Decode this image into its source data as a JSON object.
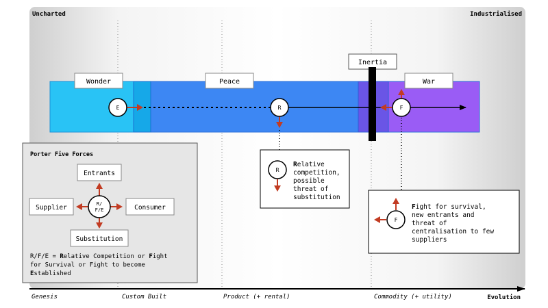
{
  "colors": {
    "wonder": "#29c3f5",
    "wonder_overlap": "#16a8e8",
    "peace": "#3d87f3",
    "war": "#9a5cf5",
    "war_overlap": "#6a55e6",
    "arrow_red": "#c23b22",
    "background_grey": "#dcdcdc",
    "panel_grey": "#e6e6e6"
  },
  "corners": {
    "top_left": "Uncharted",
    "top_right": "Industrialised"
  },
  "evolution_axis": {
    "stages": [
      "Genesis",
      "Custom Built",
      "Product (+ rental)",
      "Commodity (+ utility)"
    ],
    "label": "Evolution"
  },
  "states": {
    "wonder": "Wonder",
    "peace": "Peace",
    "war": "War",
    "inertia": "Inertia"
  },
  "nodes": {
    "e": "E",
    "r": "R",
    "f": "F"
  },
  "r_callout": {
    "marker": "R",
    "lines": [
      {
        "bold": "R",
        "rest": "elative"
      },
      {
        "bold": "",
        "rest": "competition,"
      },
      {
        "bold": "",
        "rest": "possible"
      },
      {
        "bold": "",
        "rest": "threat of"
      },
      {
        "bold": "",
        "rest": "substitution"
      }
    ]
  },
  "f_callout": {
    "marker": "F",
    "lines": [
      {
        "bold": "F",
        "rest": "ight for survival,"
      },
      {
        "bold": "",
        "rest": "new entrants and"
      },
      {
        "bold": "",
        "rest": "threat of"
      },
      {
        "bold": "",
        "rest": "centralisation to few"
      },
      {
        "bold": "",
        "rest": "suppliers"
      }
    ]
  },
  "porter": {
    "title": "Porter Five Forces",
    "entrants": "Entrants",
    "supplier": "Supplier",
    "consumer": "Consumer",
    "substitution": "Substitution",
    "center_line1": "R/",
    "center_line2": "F/E",
    "legend_lines": [
      [
        {
          "b": false,
          "t": "R/F/E = "
        },
        {
          "b": true,
          "t": "R"
        },
        {
          "b": false,
          "t": "elative Competition or "
        },
        {
          "b": true,
          "t": "F"
        },
        {
          "b": false,
          "t": "ight"
        }
      ],
      [
        {
          "b": false,
          "t": "for Survival or Fight to become"
        }
      ],
      [
        {
          "b": true,
          "t": "E"
        },
        {
          "b": false,
          "t": "stablished"
        }
      ]
    ]
  }
}
